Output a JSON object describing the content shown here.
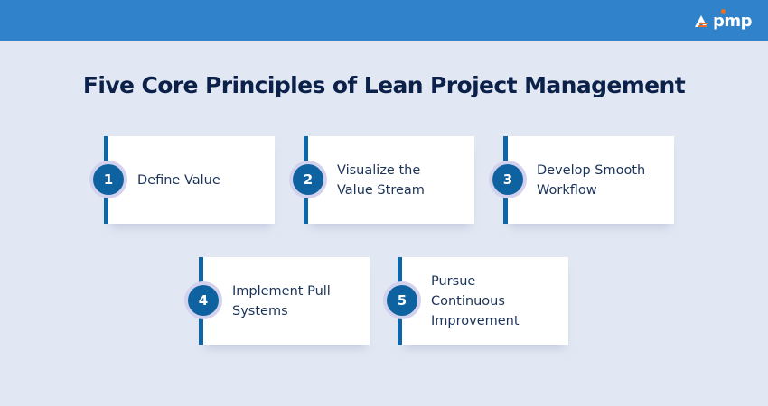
{
  "header": {
    "brand_text": "pmp",
    "brand_color": "#3083cb",
    "accent_dot_color": "#f26b21"
  },
  "title": "Five Core Principles of Lean Project Management",
  "principles": [
    {
      "number": "1",
      "label": "Define Value"
    },
    {
      "number": "2",
      "label": "Visualize the Value Stream"
    },
    {
      "number": "3",
      "label": "Develop Smooth Workflow"
    },
    {
      "number": "4",
      "label": "Implement Pull Systems"
    },
    {
      "number": "5",
      "label": "Pursue Continuous Improvement"
    }
  ],
  "colors": {
    "background": "#e2e8f3",
    "title": "#0c2149",
    "bar": "#0f66a6",
    "badge": "#0e62a0",
    "badge_ring": "#d3d2ee",
    "card_text": "#1b3358"
  }
}
